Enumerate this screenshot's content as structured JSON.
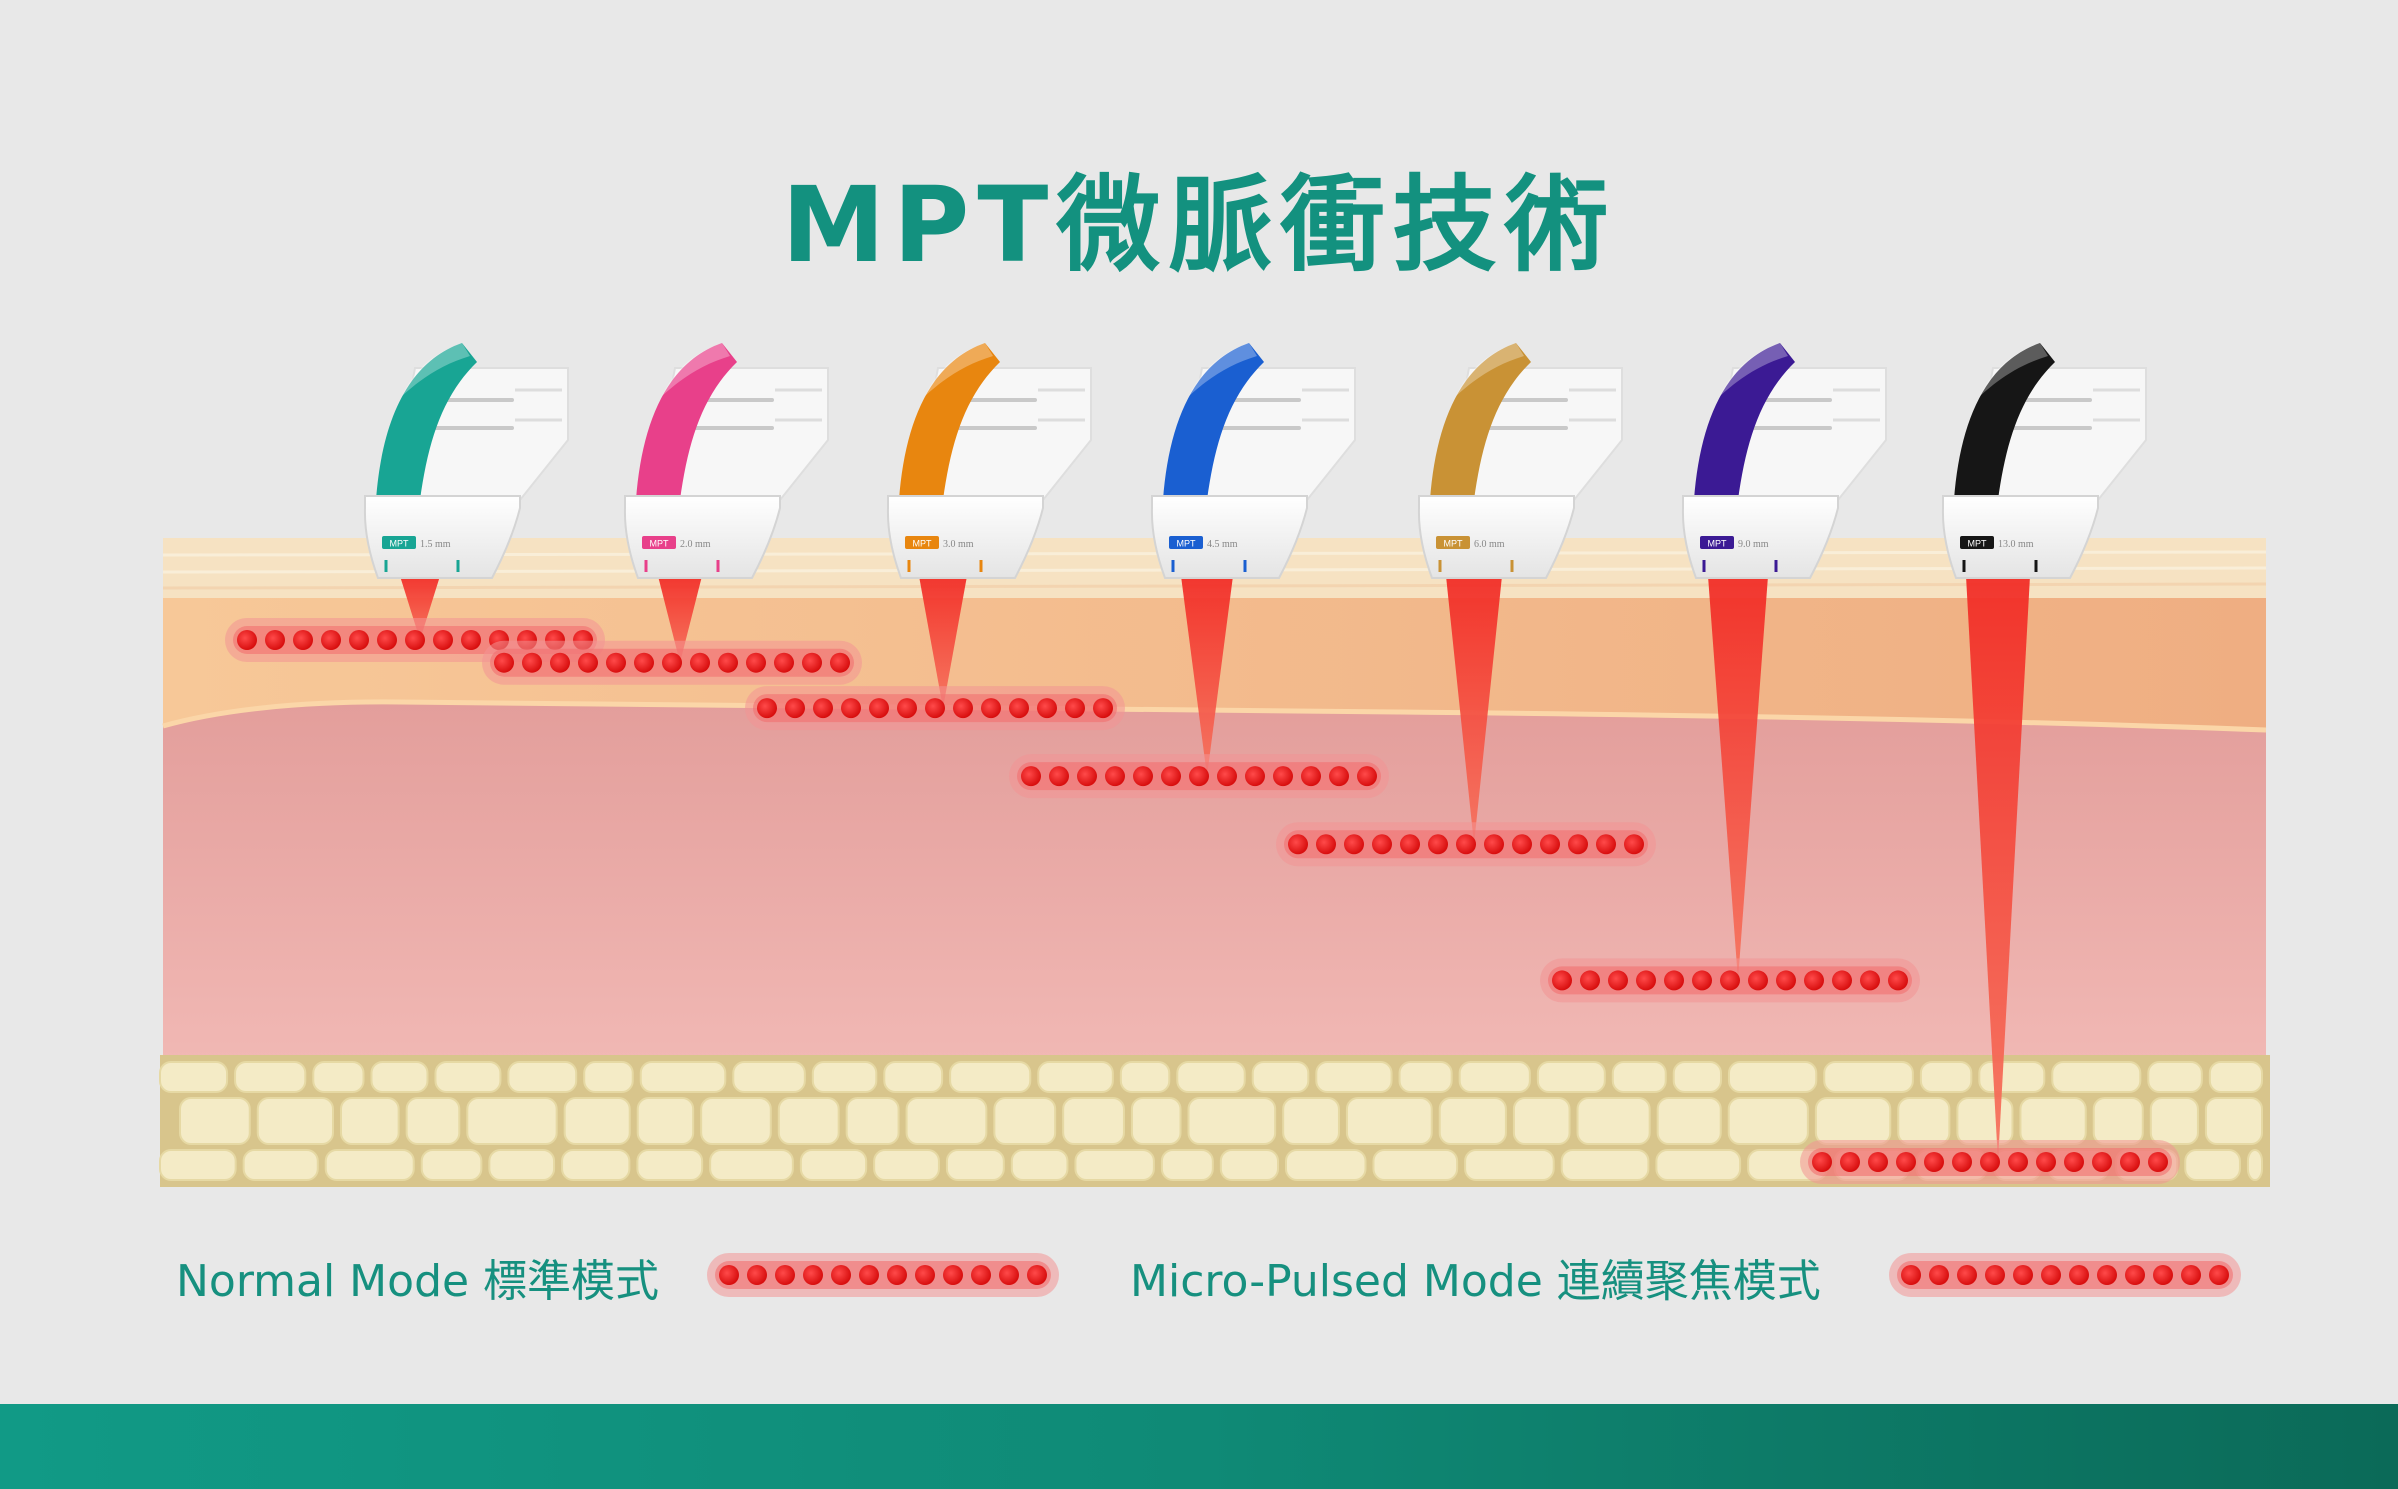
{
  "title": "MPT微脈衝技術",
  "transducers": [
    {
      "brand": "MPT",
      "depth": "1.5 mm",
      "color": "#18a594",
      "depth_mm": 1.5
    },
    {
      "brand": "MPT",
      "depth": "2.0 mm",
      "color": "#e8408a",
      "depth_mm": 2.0
    },
    {
      "brand": "MPT",
      "depth": "3.0 mm",
      "color": "#e8860f",
      "depth_mm": 3.0
    },
    {
      "brand": "MPT",
      "depth": "4.5 mm",
      "color": "#1a5fd1",
      "depth_mm": 4.5
    },
    {
      "brand": "MPT",
      "depth": "6.0 mm",
      "color": "#c99235",
      "depth_mm": 6.0
    },
    {
      "brand": "MPT",
      "depth": "9.0 mm",
      "color": "#3b1a94",
      "depth_mm": 9.0
    },
    {
      "brand": "MPT",
      "depth": "13.0 mm",
      "color": "#161616",
      "depth_mm": 13.0
    }
  ],
  "legend": {
    "normal_label": "Normal Mode 標準模式",
    "micro_label": "Micro-Pulsed Mode 連續聚焦模式"
  },
  "colors": {
    "title": "#13917f",
    "beam": "#f0302a",
    "dot": "#e81e1e",
    "epidermis": "#f6e2c2",
    "dermis": "#f4c08e",
    "smas": "#e7a2a0",
    "fat": "#d8c58c",
    "bar": "#119a86"
  }
}
